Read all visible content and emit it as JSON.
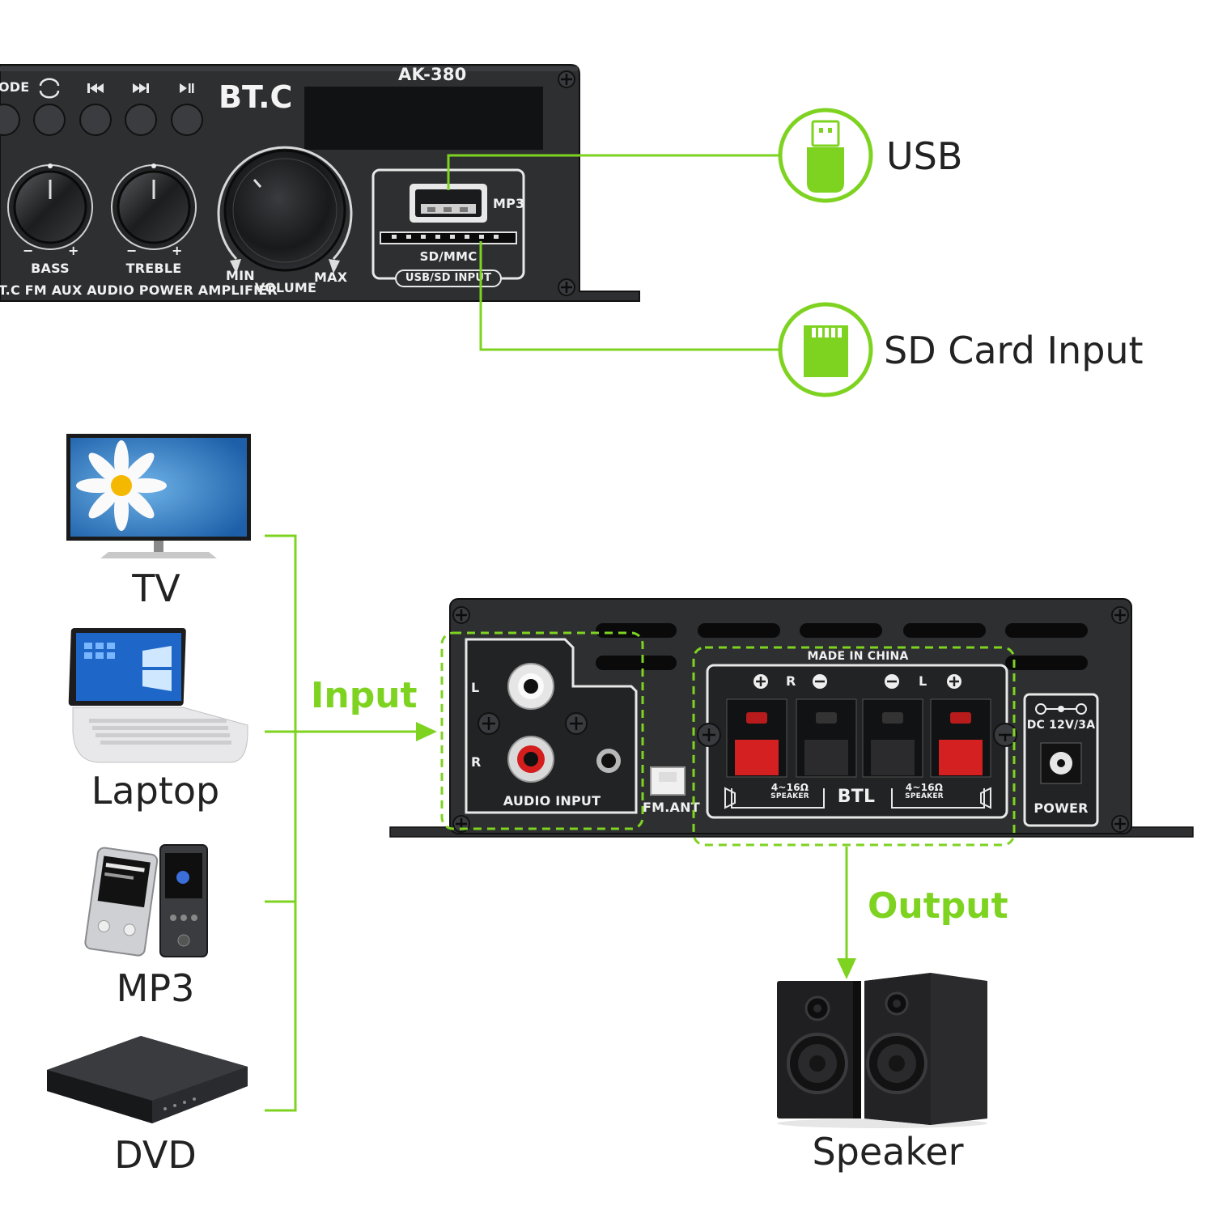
{
  "colors": {
    "accent": "#7ed321",
    "panel": "#2e2f31",
    "panel_dark": "#1d1e20",
    "text": "#222222"
  },
  "front_panel": {
    "model": "AK-380",
    "brand": "BT.C",
    "mode_label": "ODE",
    "bass_label": "BASS",
    "treble_label": "TREBLE",
    "volume_label": "VOLUME",
    "min_label": "MIN",
    "max_label": "MAX",
    "mp3_label": "MP3",
    "sd_label": "SD/MMC",
    "usb_sd_label": "USB/SD INPUT",
    "product_line": "T.C FM AUX AUDIO POWER AMPLIFIER",
    "minus": "−",
    "plus": "+"
  },
  "callouts": {
    "usb": "USB",
    "sd": "SD Card Input"
  },
  "sources": [
    {
      "label": "TV",
      "icon": "tv-icon"
    },
    {
      "label": "Laptop",
      "icon": "laptop-icon"
    },
    {
      "label": "MP3",
      "icon": "mp3-player-icon"
    },
    {
      "label": "DVD",
      "icon": "dvd-player-icon"
    }
  ],
  "flow": {
    "input": "Input",
    "output": "Output",
    "speaker": "Speaker"
  },
  "rear_panel": {
    "left": "L",
    "right": "R",
    "audio_input": "AUDIO INPUT",
    "fm_ant": "FM.ANT",
    "made_in": "MADE IN CHINA",
    "btl": "BTL",
    "impedance": "4~16Ω",
    "speaker_small": "SPEAKER",
    "dc": "DC 12V/3A",
    "power": "POWER"
  }
}
